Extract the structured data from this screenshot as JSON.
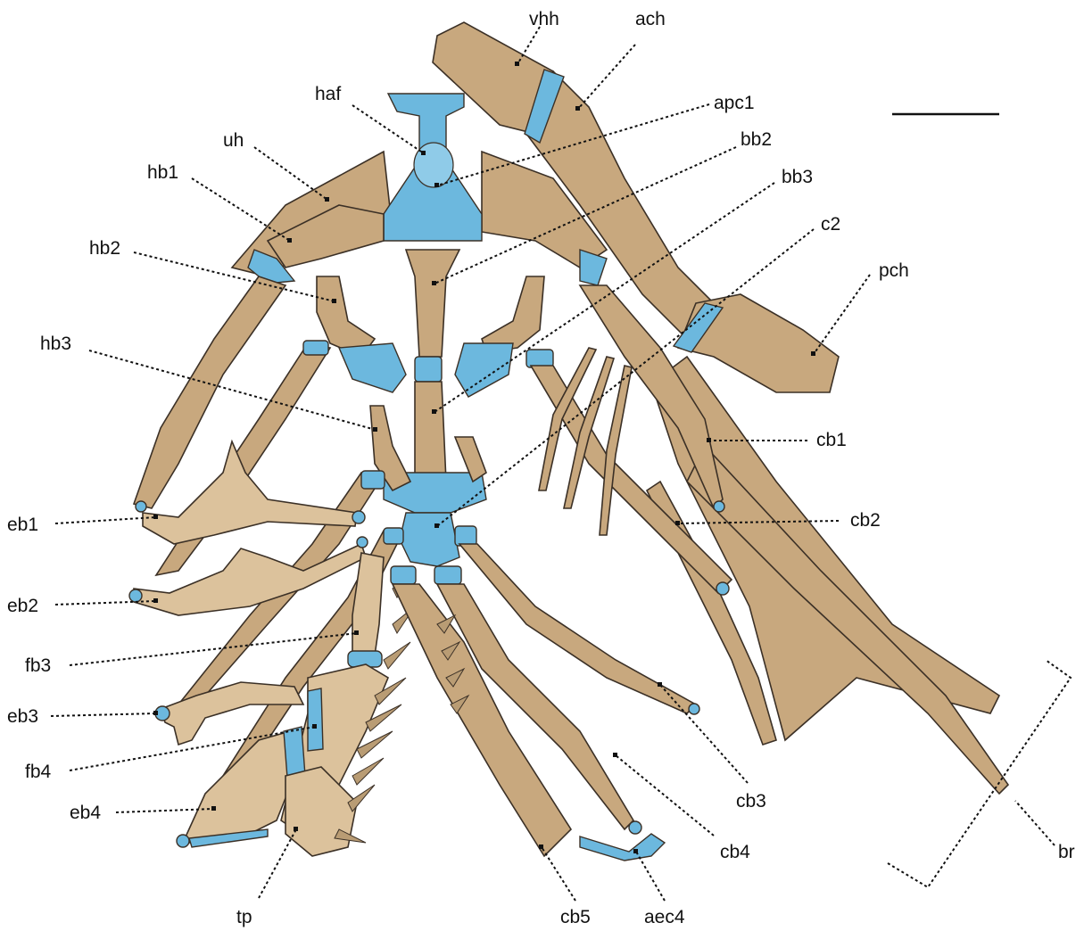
{
  "labels": {
    "vhh": "vhh",
    "ach": "ach",
    "haf": "haf",
    "apc1": "apc1",
    "uh": "uh",
    "bb2": "bb2",
    "hb1": "hb1",
    "bb3": "bb3",
    "c2": "c2",
    "hb2": "hb2",
    "pch": "pch",
    "hb3": "hb3",
    "cb1": "cb1",
    "eb1": "eb1",
    "cb2": "cb2",
    "eb2": "eb2",
    "fb3": "fb3",
    "eb3": "eb3",
    "fb4": "fb4",
    "cb3": "cb3",
    "eb4": "eb4",
    "cb4": "cb4",
    "br": "br",
    "tp": "tp",
    "cb5": "cb5",
    "aec4": "aec4"
  },
  "colors": {
    "bone": "#c8a87e",
    "bone_light": "#dcc29c",
    "cartilage": "#6cb8de",
    "outline": "#3b3026",
    "leader": "#111111"
  }
}
